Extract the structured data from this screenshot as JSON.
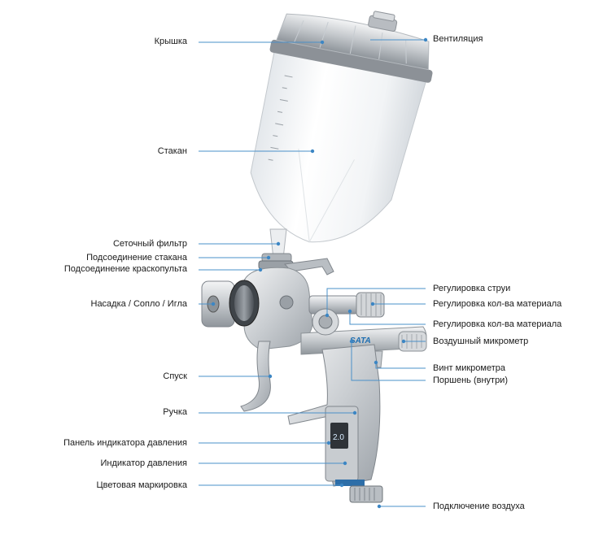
{
  "colors": {
    "leader": "#4a90c8",
    "dot": "#3c86c4",
    "text": "#1a1a1a",
    "blue_accent": "#1f6fb2"
  },
  "product": {
    "brand_mark": "SATA",
    "display_reading": "2.0"
  },
  "labels": {
    "lid": "Крышка",
    "vent": "Вентиляция",
    "cup": "Стакан",
    "mesh_filter": "Сеточный фильтр",
    "cup_connection": "Подсоединение стакана",
    "gun_connection": "Подсоединение краскопульта",
    "nozzle": "Насадка / Сопло / Игла",
    "spray_adjust": "Регулировка струи",
    "material_adjust_1": "Регулировка кол-ва материала",
    "material_adjust_2": "Регулировка кол-ва материала",
    "air_micrometer": "Воздушный микрометр",
    "trigger": "Спуск",
    "micrometer_screw": "Винт микрометра",
    "piston": "Поршень (внутри)",
    "handle": "Ручка",
    "pressure_panel": "Панель индикатора давления",
    "pressure_indicator": "Индикатор давления",
    "color_coding": "Цветовая маркировка",
    "air_connection": "Подключение воздуха"
  }
}
